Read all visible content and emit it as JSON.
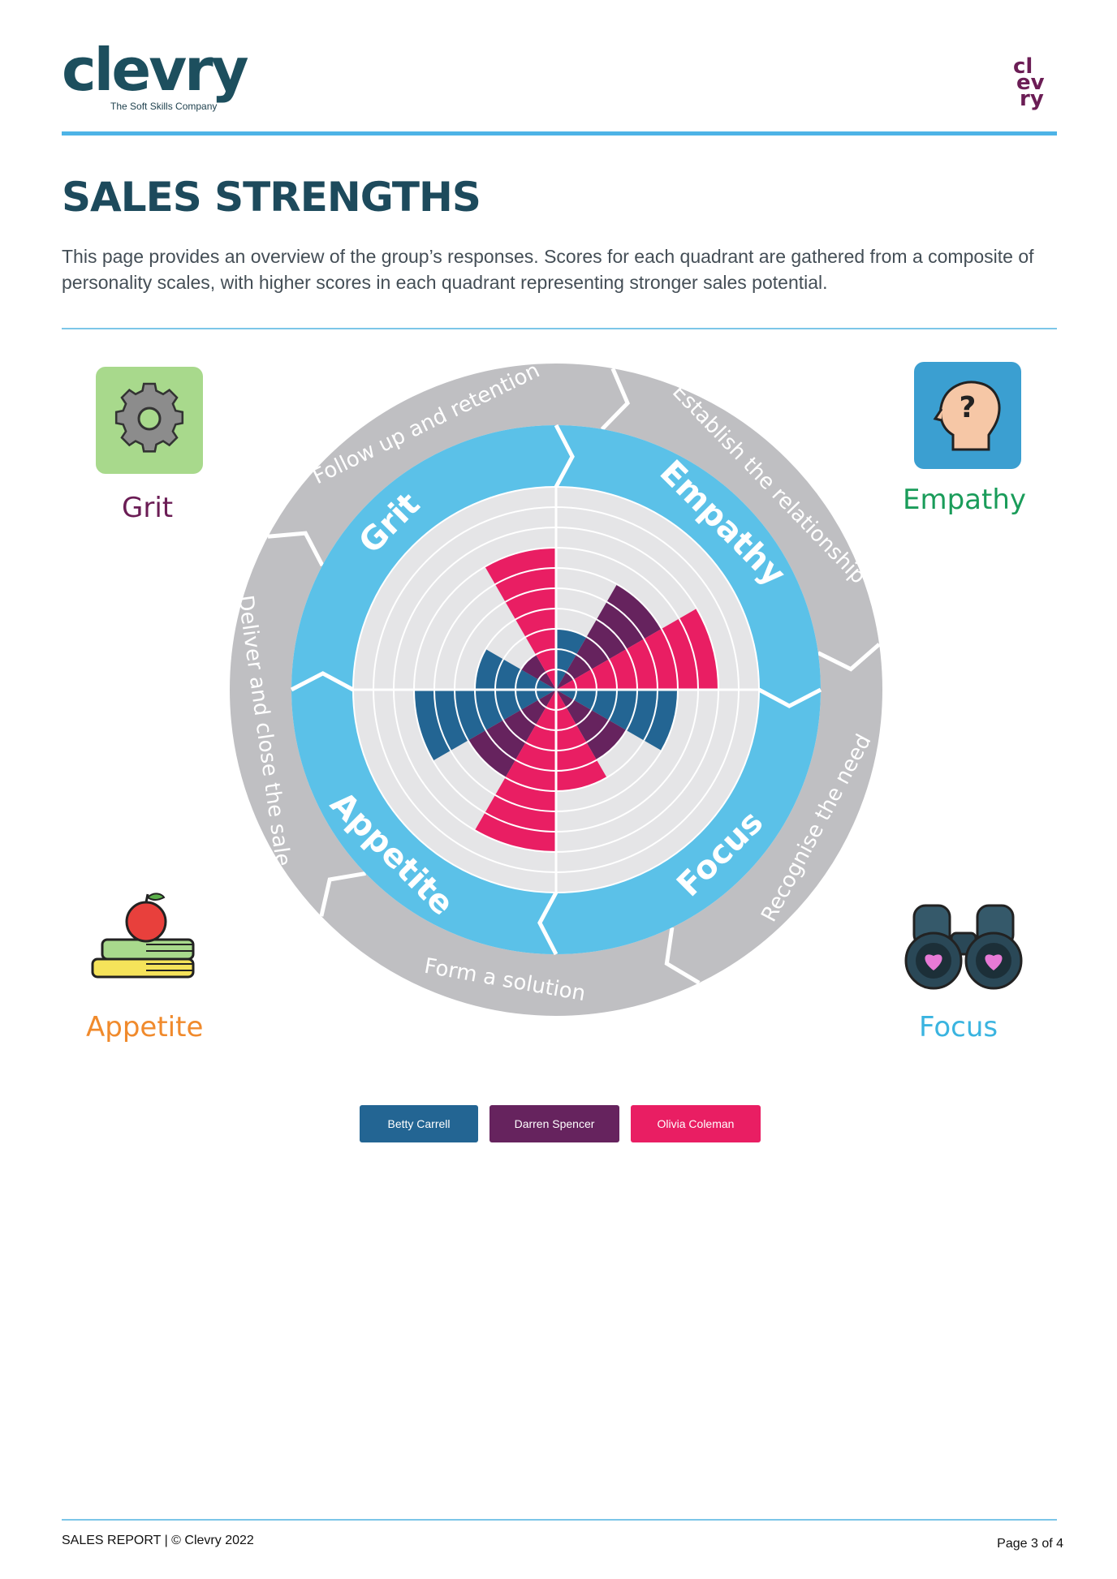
{
  "brand": {
    "name": "clevry",
    "tagline": "The Soft Skills Company",
    "mini_logo": [
      "cl",
      "ev",
      "ry"
    ],
    "colors": {
      "navy": "#1d4f5e",
      "accent_blue": "#4db3e6",
      "purple": "#6b1d55"
    }
  },
  "page": {
    "title": "SALES STRENGTHS",
    "intro": "This page provides an overview of the group’s responses. Scores for each quadrant are gathered from a composite of personality scales, with higher scores in each quadrant representing stronger sales potential."
  },
  "quadrants": {
    "grit": {
      "label": "Grit",
      "color": "#6b1d55",
      "icon": "gear-icon",
      "tile_color": "#a8d98c"
    },
    "empathy": {
      "label": "Empathy",
      "color": "#1a9c5a",
      "icon": "head-question-icon",
      "tile_color": "#3b9fd1"
    },
    "appetite": {
      "label": "Appetite",
      "color": "#f08a2c",
      "icon": "apple-books-icon"
    },
    "focus": {
      "label": "Focus",
      "color": "#3ab4e0",
      "icon": "binoculars-icon"
    }
  },
  "wheel": {
    "outer_stages": [
      "Follow up and retention",
      "Establish the relationship",
      "Recognise the need",
      "Form a solution",
      "Deliver and close the sale"
    ],
    "inner_labels": [
      "Grit",
      "Empathy",
      "Focus",
      "Appetite"
    ]
  },
  "chart_data": {
    "type": "polar-bar",
    "rings": 10,
    "categories": [
      "Grit",
      "Empathy",
      "Focus",
      "Appetite"
    ],
    "series": [
      {
        "name": "Betty Carrell",
        "color": "#236593",
        "values": [
          4,
          3,
          6,
          7
        ]
      },
      {
        "name": "Darren Spencer",
        "color": "#66235e",
        "values": [
          2,
          6,
          4,
          5
        ]
      },
      {
        "name": "Olivia Coleman",
        "color": "#e91e63",
        "values": [
          7,
          8,
          5,
          8
        ]
      }
    ]
  },
  "legend": [
    {
      "name": "Betty Carrell",
      "color": "#236593"
    },
    {
      "name": "Darren Spencer",
      "color": "#66235e"
    },
    {
      "name": "Olivia Coleman",
      "color": "#e91e63"
    }
  ],
  "footer": {
    "left": "SALES REPORT | © Clevry 2022",
    "right": "Page 3 of 4"
  }
}
